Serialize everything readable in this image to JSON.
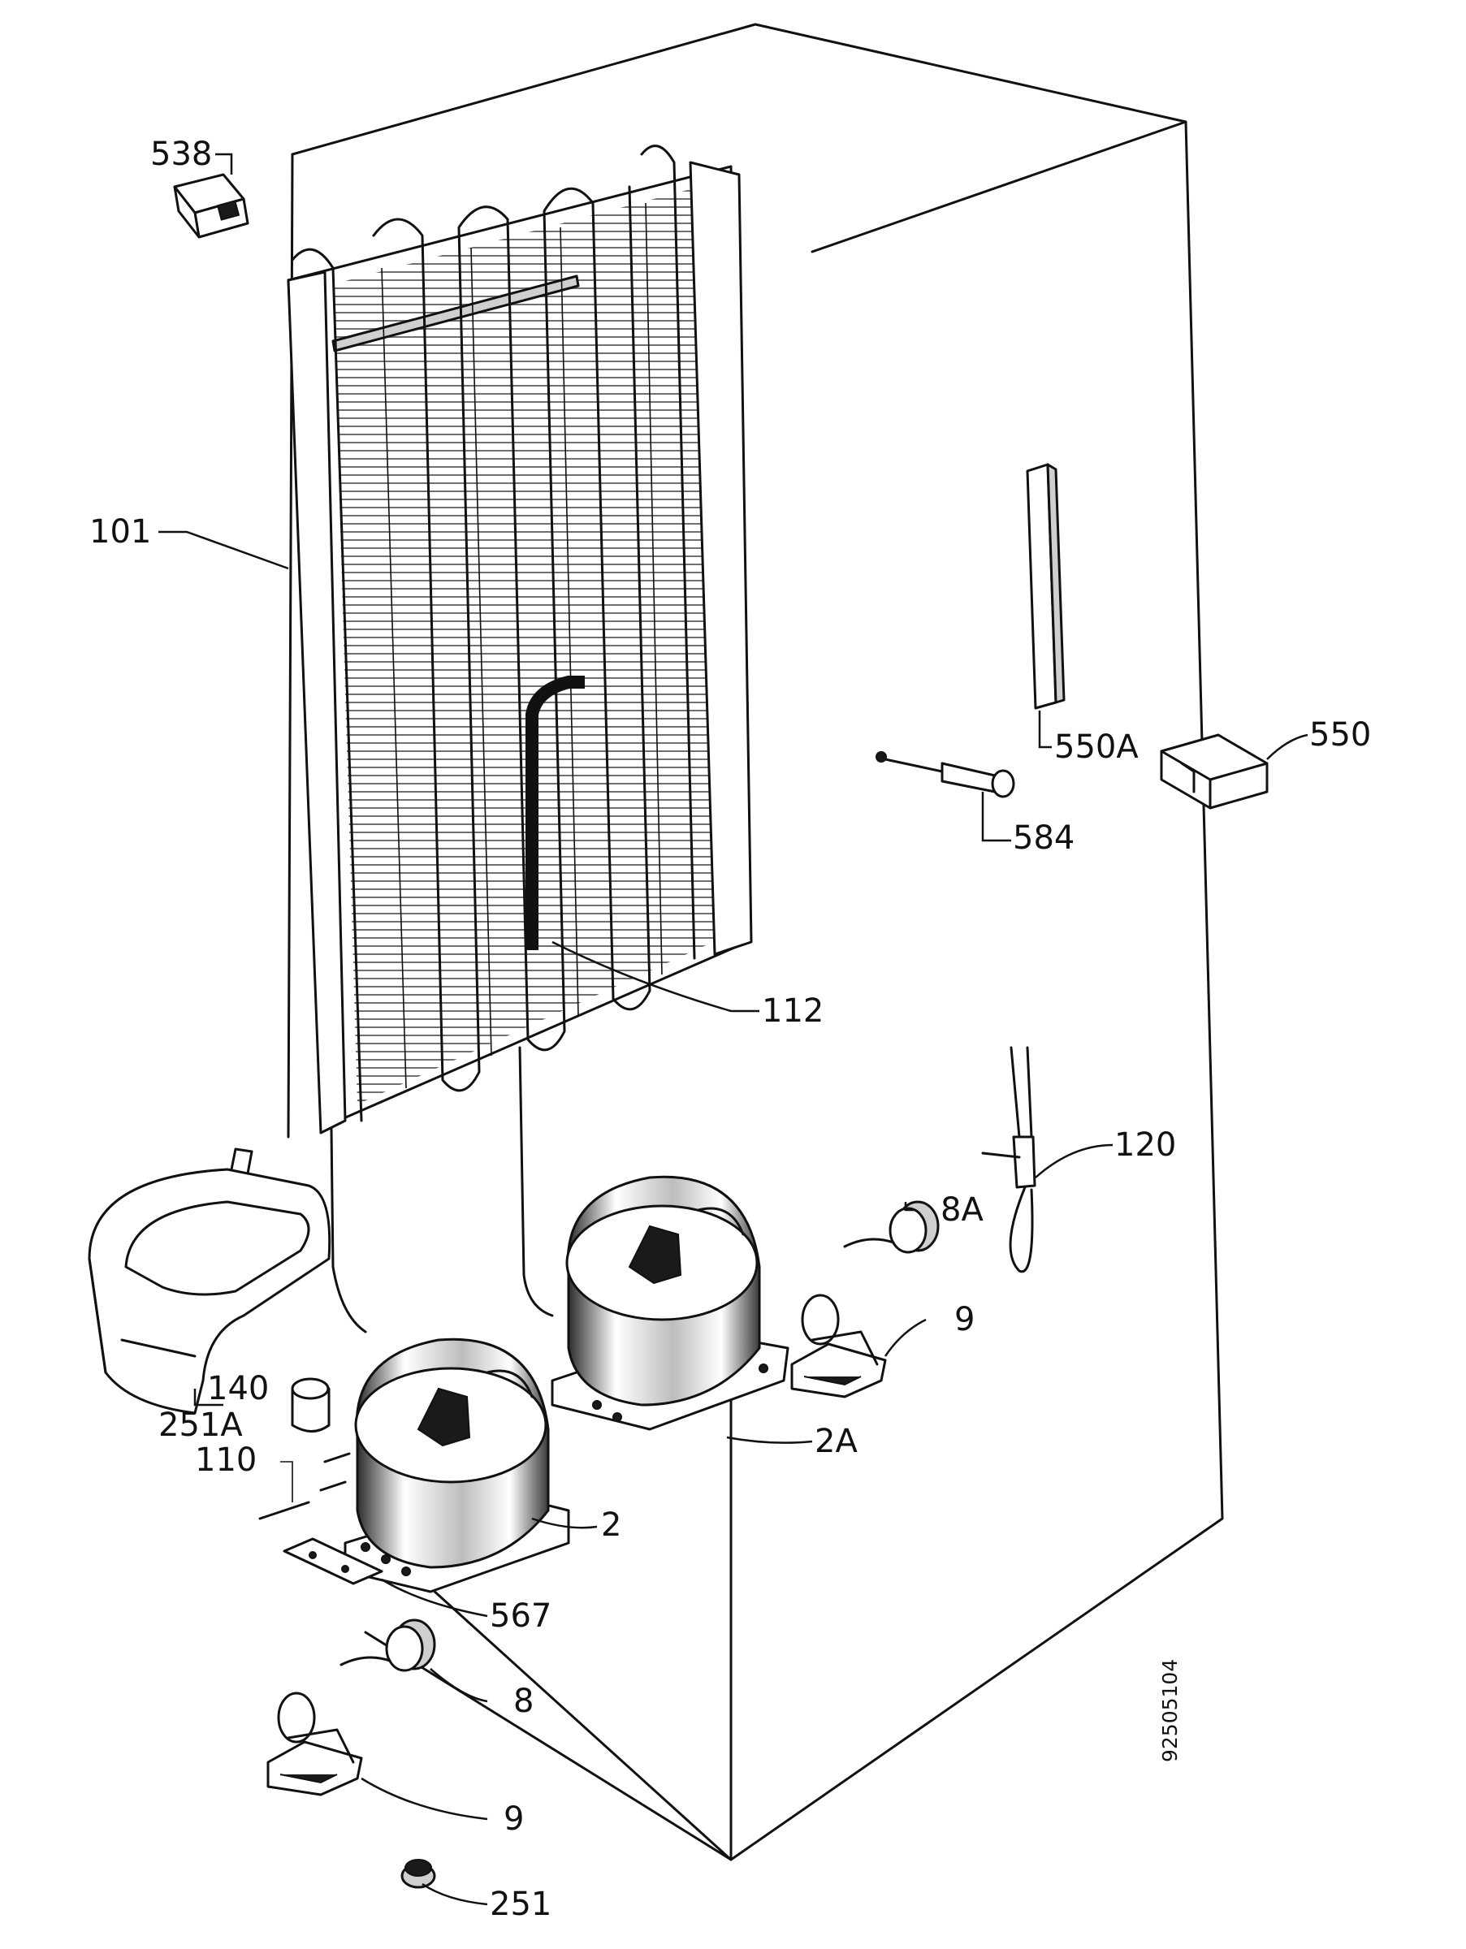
{
  "labels": {
    "p538": "538",
    "p101": "101",
    "p550a": "550A",
    "p550": "550",
    "p584": "584",
    "p112": "112",
    "p120": "120",
    "p8a": "8A",
    "p9a": "9",
    "p140": "140",
    "p251a": "251A",
    "p110": "110",
    "p2a": "2A",
    "p2": "2",
    "p567": "567",
    "p8": "8",
    "p9b": "9",
    "p251": "251"
  },
  "doc_number": "92505104"
}
